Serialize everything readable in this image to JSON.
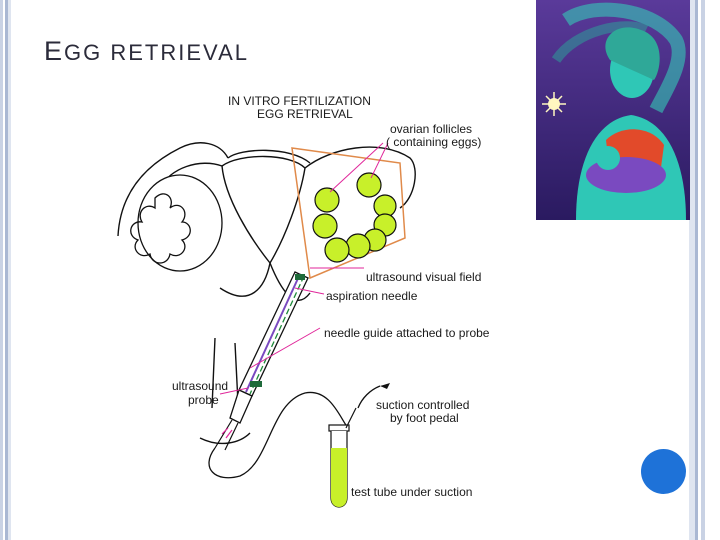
{
  "slide": {
    "title_first": "E",
    "title_rest": "GG RETRIEVAL"
  },
  "diagram": {
    "heading_line1": "IN VITRO FERTILIZATION",
    "heading_line2": "EGG RETRIEVAL",
    "labels": {
      "follicles_line1": "ovarian follicles",
      "follicles_line2": "( containing eggs)",
      "ultrasound_field": "ultrasound visual field",
      "aspiration_needle": "aspiration needle",
      "needle_guide": "needle guide attached to probe",
      "probe_line1": "ultrasound",
      "probe_line2": "probe",
      "suction_line1": "suction controlled",
      "suction_line2": "by foot pedal",
      "test_tube": "test tube under suction"
    }
  },
  "colors": {
    "follicle_fill": "#c8f02a",
    "leader_lines": "#e0269a",
    "accent_dot": "#1e72d8",
    "painting_background": "#3a2378",
    "painting_figure": "#2fc7b6"
  }
}
